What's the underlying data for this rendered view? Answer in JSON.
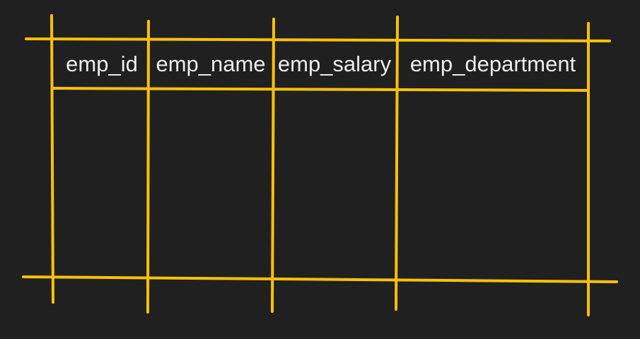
{
  "table": {
    "columns": [
      {
        "label": "emp_id"
      },
      {
        "label": "emp_name"
      },
      {
        "label": "emp_salary"
      },
      {
        "label": "emp_department"
      }
    ]
  },
  "style": {
    "background": "#202020",
    "line_color": "#FFC107",
    "text_color": "#ECECEC"
  }
}
